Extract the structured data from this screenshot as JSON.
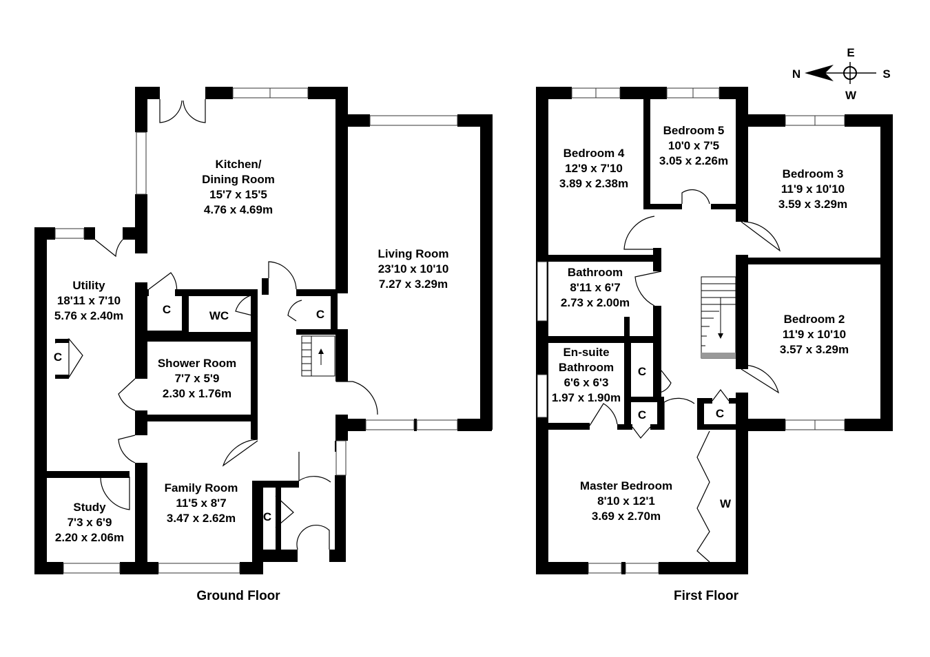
{
  "floors": {
    "ground": "Ground Floor",
    "first": "First Floor"
  },
  "rooms": {
    "kitchen": {
      "name1": "Kitchen/",
      "name2": "Dining Room",
      "imperial": "15'7 x 15'5",
      "metric": "4.76 x 4.69m"
    },
    "living": {
      "name": "Living Room",
      "imperial": "23'10 x 10'10",
      "metric": "7.27 x 3.29m"
    },
    "utility": {
      "name": "Utility",
      "imperial": "18'11 x 7'10",
      "metric": "5.76 x 2.40m"
    },
    "shower": {
      "name": "Shower Room",
      "imperial": "7'7 x 5'9",
      "metric": "2.30 x 1.76m"
    },
    "family": {
      "name": "Family Room",
      "imperial": "11'5 x 8'7",
      "metric": "3.47 x 2.62m"
    },
    "study": {
      "name": "Study",
      "imperial": "7'3 x 6'9",
      "metric": "2.20 x 2.06m"
    },
    "wc": {
      "name": "WC"
    },
    "bed4": {
      "name": "Bedroom 4",
      "imperial": "12'9 x 7'10",
      "metric": "3.89 x 2.38m"
    },
    "bed5": {
      "name": "Bedroom 5",
      "imperial": "10'0 x 7'5",
      "metric": "3.05 x 2.26m"
    },
    "bed3": {
      "name": "Bedroom 3",
      "imperial": "11'9 x 10'10",
      "metric": "3.59 x 3.29m"
    },
    "bed2": {
      "name": "Bedroom 2",
      "imperial": "11'9 x 10'10",
      "metric": "3.57 x 3.29m"
    },
    "bath": {
      "name": "Bathroom",
      "imperial": "8'11 x 6'7",
      "metric": "2.73 x 2.00m"
    },
    "ensuite": {
      "name1": "En-suite",
      "name2": "Bathroom",
      "imperial": "6'6 x 6'3",
      "metric": "1.97 x 1.90m"
    },
    "master": {
      "name": "Master Bedroom",
      "imperial": "8'10 x 12'1",
      "metric": "3.69 x 2.70m"
    }
  },
  "labels": {
    "cupboard": "C",
    "wardrobe": "W"
  },
  "compass": {
    "n": "N",
    "e": "E",
    "s": "S",
    "w": "W"
  }
}
